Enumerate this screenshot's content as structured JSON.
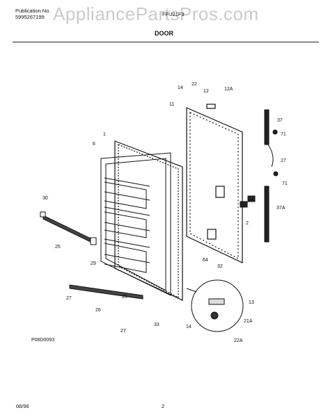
{
  "header": {
    "publication_label": "Publication No.",
    "publication_number": "5995267199",
    "model": "FFU21F3",
    "title": "DOOR"
  },
  "watermark": "AppliancePartsPros.com",
  "diagram_code": "P08D0093",
  "footer": {
    "date": "08/96",
    "page": "2"
  },
  "callouts": [
    "1",
    "2",
    "6",
    "11",
    "12",
    "12A",
    "14",
    "22",
    "19",
    "27",
    "37",
    "71",
    "71",
    "37A",
    "30",
    "25",
    "29",
    "25",
    "26",
    "27",
    "33",
    "64",
    "32",
    "13",
    "14",
    "21A",
    "22A"
  ]
}
